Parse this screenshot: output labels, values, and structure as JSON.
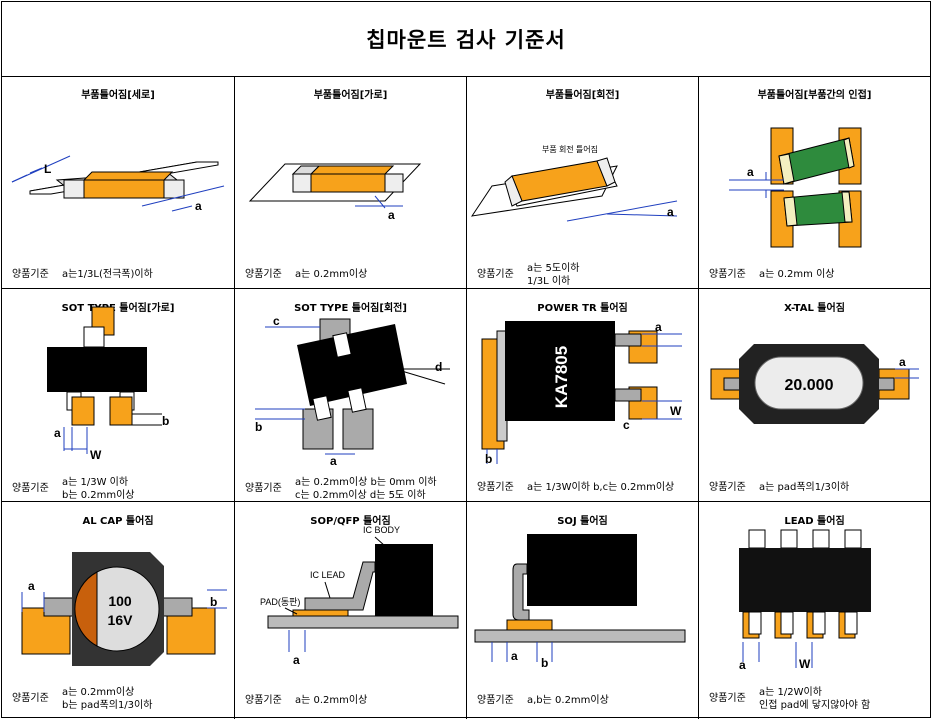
{
  "title": "칩마운트 검사 기준서",
  "criteria_label": "양품기준",
  "colors": {
    "pad": "#f7a21b",
    "chip_body": "#f7a21b",
    "line": "#1f3fbf",
    "green": "#2e8b3d",
    "cap_brown": "#c8600c"
  },
  "cells": [
    {
      "title": "부품틀어짐[세로]",
      "criteria": [
        "a는1/3L(전극폭)이하"
      ],
      "labels": [
        "L",
        "a"
      ]
    },
    {
      "title": "부품틀어짐[가로]",
      "criteria": [
        "a는 0.2mm이상"
      ],
      "labels": [
        "a"
      ]
    },
    {
      "title": "부품틀어짐[회전]",
      "criteria": [
        "a는 5도이하",
        "1/3L 이하"
      ],
      "labels": [
        "부품 회전 틀어짐",
        "a"
      ]
    },
    {
      "title": "부품틀어짐[부품간의 인접]",
      "criteria": [
        "a는 0.2mm 이상"
      ],
      "labels": [
        "a"
      ]
    },
    {
      "title": "SOT TYPE 틀어짐[가로]",
      "criteria": [
        "a는 1/3W 이하",
        "b는 0.2mm이상"
      ],
      "labels": [
        "a",
        "b",
        "W"
      ]
    },
    {
      "title": "SOT TYPE 틀어짐[회전]",
      "criteria": [
        "a는 0.2mm이상 b는 0mm 이하",
        "c는 0.2mm이상 d는 5도 이하"
      ],
      "labels": [
        "c",
        "d",
        "b",
        "a"
      ]
    },
    {
      "title": "POWER TR 틀어짐",
      "criteria": [
        "a는 1/3W이하 b,c는 0.2mm이상"
      ],
      "labels": [
        "KA7805",
        "a",
        "W",
        "c",
        "b"
      ]
    },
    {
      "title": "X-TAL 틀어짐",
      "criteria": [
        "a는 pad폭의1/3이하"
      ],
      "labels": [
        "20.000",
        "a"
      ]
    },
    {
      "title": "AL CAP 틀어짐",
      "criteria": [
        "a는 0.2mm이상",
        "b는 pad폭의1/3이하"
      ],
      "labels": [
        "100",
        "16V",
        "a",
        "b"
      ]
    },
    {
      "title": "SOP/QFP 틀어짐",
      "criteria": [
        "a는 0.2mm이상"
      ],
      "labels": [
        "IC BODY",
        "IC LEAD",
        "PAD(동판)",
        "a"
      ]
    },
    {
      "title": "SOJ 틀어짐",
      "criteria": [
        "a,b는 0.2mm이상"
      ],
      "labels": [
        "a",
        "b"
      ]
    },
    {
      "title": "LEAD 틀어짐",
      "criteria": [
        "a는 1/2W이하",
        "인접 pad에 닿지않아야 함"
      ],
      "labels": [
        "a",
        "W"
      ]
    }
  ]
}
